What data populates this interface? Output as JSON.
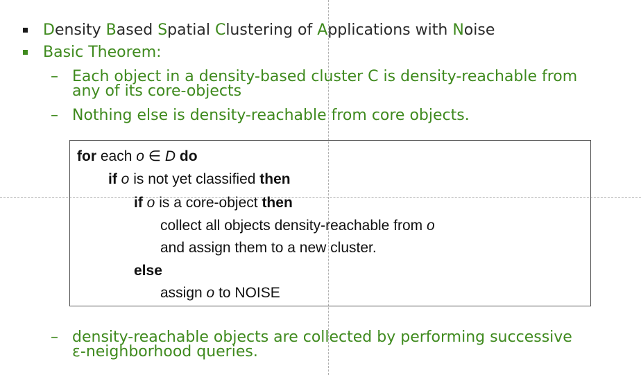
{
  "bullets": [
    {
      "segments": [
        {
          "text": "D",
          "cap": true
        },
        {
          "text": "ensity ",
          "cap": false
        },
        {
          "text": "B",
          "cap": true
        },
        {
          "text": "ased ",
          "cap": false
        },
        {
          "text": "S",
          "cap": true
        },
        {
          "text": "patial ",
          "cap": false
        },
        {
          "text": "C",
          "cap": true
        },
        {
          "text": "lustering of ",
          "cap": false
        },
        {
          "text": "A",
          "cap": true
        },
        {
          "text": "pplications with ",
          "cap": false
        },
        {
          "text": "N",
          "cap": true
        },
        {
          "text": "oise",
          "cap": false
        }
      ]
    },
    {
      "label": "Basic Theorem:"
    }
  ],
  "theorem_items": [
    {
      "line1": "Each object in a density-based cluster C is density-reachable from",
      "line2": "any of its core-objects"
    },
    {
      "line1": "Nothing else is density-reachable from core objects."
    }
  ],
  "algorithm": {
    "line1": {
      "kw1": "for",
      "t1": " each ",
      "v1": "o",
      "t2": " ∈ ",
      "v2": "D",
      "t3": " ",
      "kw2": "do"
    },
    "line2": {
      "kw1": "if",
      "t1": " ",
      "v1": "o",
      "t2": " is not yet classified ",
      "kw2": "then"
    },
    "line3": {
      "kw1": "if",
      "t1": " ",
      "v1": "o",
      "t2": " is a core-object ",
      "kw2": "then"
    },
    "line4": {
      "t1": "collect all objects density-reachable from ",
      "v1": "o"
    },
    "line5": {
      "t1": "and assign them to a new cluster."
    },
    "line6": {
      "kw1": "else"
    },
    "line7": {
      "t1": "assign ",
      "v1": "o",
      "t2": " to NOISE"
    }
  },
  "footer_item": {
    "line1": "density-reachable objects are collected by performing successive",
    "line2": "ε-neighborhood queries."
  },
  "dash_symbol": "–",
  "colors": {
    "accent_green": "#3f8a1e",
    "title_text": "#2a2a2a",
    "code_text": "#111111",
    "box_border": "#555555"
  }
}
